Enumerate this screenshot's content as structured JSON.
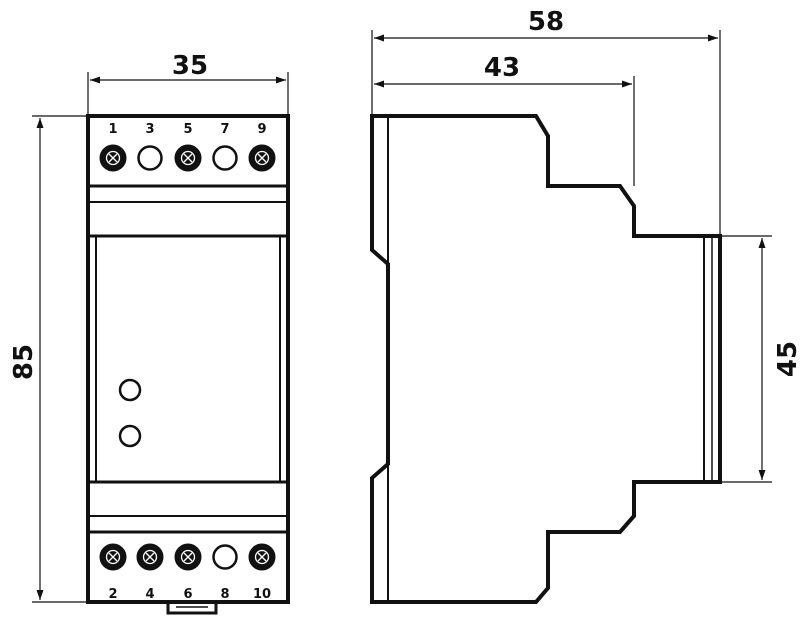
{
  "dimensions": {
    "front_width": "35",
    "front_height": "85",
    "side_depth_total": "58",
    "side_depth_front": "43",
    "rail_height": "45"
  },
  "terminals": {
    "top": [
      "1",
      "3",
      "5",
      "7",
      "9"
    ],
    "bottom": [
      "2",
      "4",
      "6",
      "8",
      "10"
    ]
  },
  "colors": {
    "line": "#111111",
    "background": "#ffffff"
  }
}
